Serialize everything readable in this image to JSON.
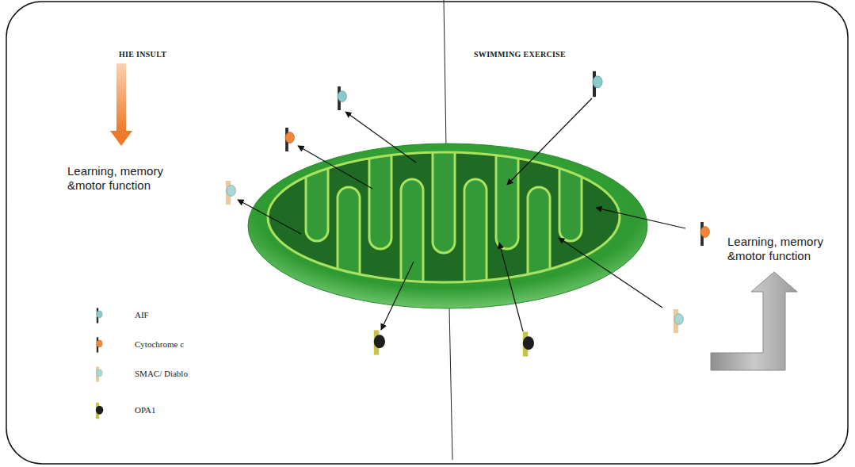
{
  "diagram": {
    "labels": [
      "HIE INSULT",
      "SWIMMING EXERCISE",
      "Learning, memory &motor function",
      "Learning, memory &motor function"
    ],
    "legend": [
      {
        "text": "AIF"
      },
      {
        "text": "Cytochrome c"
      },
      {
        "text": "SMAC/ Diablo"
      },
      {
        "text": "OPA1"
      }
    ]
  }
}
